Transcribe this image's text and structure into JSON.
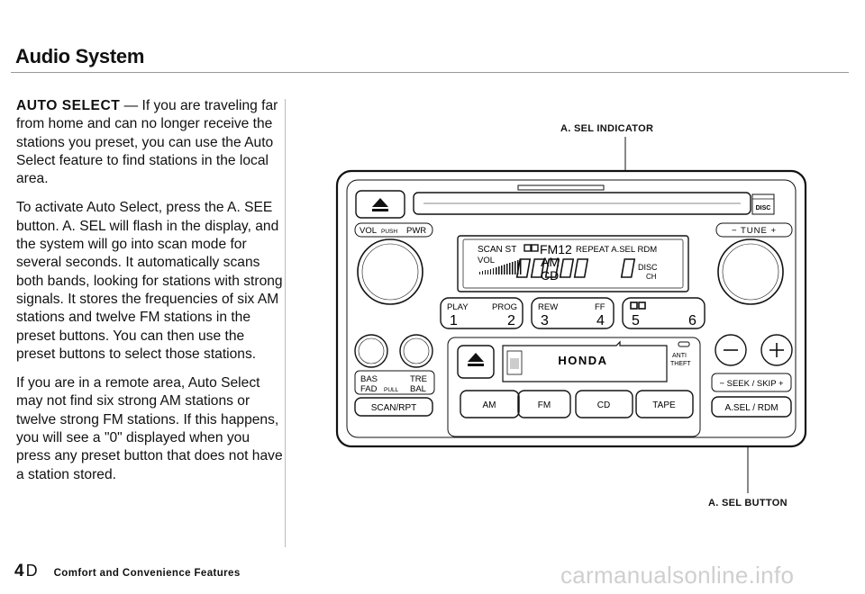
{
  "header": {
    "title": "Audio System"
  },
  "body": {
    "lead": "AUTO SELECT",
    "p1": " — If you are traveling far from home and can no longer receive the stations you preset, you can use the Auto Select feature to find stations in the local area.",
    "p2": "To activate Auto Select, press the A. SEE button. A. SEL will flash in the display, and the system will go into scan mode for several seconds. It automatically scans both bands, looking for stations with strong signals. It stores the frequencies of six AM stations and twelve FM stations in the preset buttons. You can then use the preset buttons to select those stations.",
    "p3": "If you are in a remote area, Auto Select may not find six strong AM stations or twelve strong FM stations. If this happens, you will see a \"0\" displayed when you press any preset button that does not have a station stored."
  },
  "callouts": {
    "indicator": "A. SEL INDICATOR",
    "button": "A. SEL BUTTON"
  },
  "radio": {
    "vol_pwr_left": "VOL",
    "vol_pwr_push": "PUSH",
    "vol_pwr_right": "PWR",
    "tune": "− TUNE +",
    "display": {
      "scan_st": "SCAN ST",
      "fm12": "FM12",
      "repeat_asel_rdm": "REPEAT A.SEL RDM",
      "vol": "VOL",
      "am": "AM",
      "cd": "CD",
      "disc": "DISC",
      "ch": "CH"
    },
    "presets": [
      {
        "label_left": "PLAY",
        "label_right": "PROG",
        "num_left": "1",
        "num_right": "2"
      },
      {
        "label_left": "REW",
        "label_right": "FF",
        "num_left": "3",
        "num_right": "4"
      },
      {
        "label_left": "DD",
        "label_right": "",
        "num_left": "5",
        "num_right": "6"
      }
    ],
    "honda": "HONDA",
    "anti_theft": [
      "ANTI",
      "THEFT"
    ],
    "bas": "BAS",
    "tre": "TRE",
    "fad": "FAD",
    "pull": "PULL",
    "bal": "BAL",
    "scan_rpt": "SCAN/RPT",
    "am": "AM",
    "fm": "FM",
    "cd": "CD",
    "tape": "TAPE",
    "seek_skip": "− SEEK / SKIP +",
    "asel_rdm": "A.SEL / RDM",
    "compact_disc": "DISC"
  },
  "footer": {
    "page_number": "4",
    "page_suffix": "D",
    "title": "Comfort and Convenience Features"
  },
  "watermark": "carmanualsonline.info"
}
